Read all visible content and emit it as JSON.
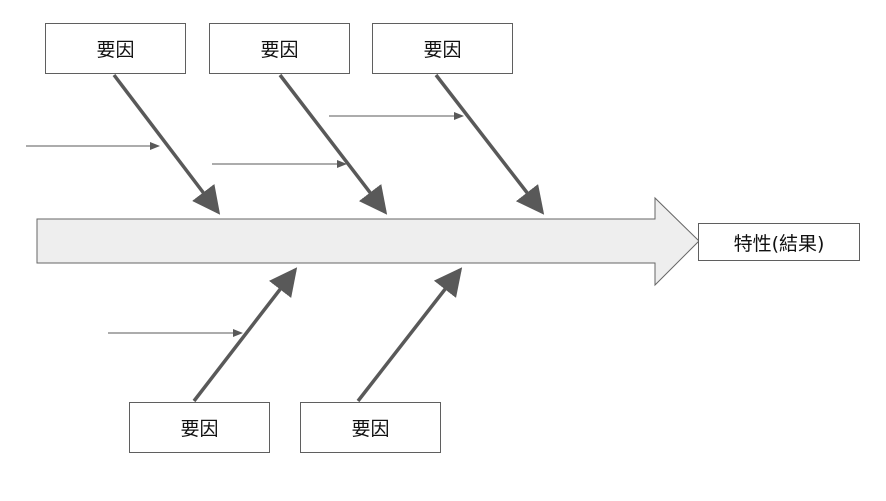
{
  "diagram": {
    "causes": [
      {
        "label": "要因"
      },
      {
        "label": "要因"
      },
      {
        "label": "要因"
      },
      {
        "label": "要因"
      },
      {
        "label": "要因"
      }
    ],
    "effect": {
      "label": "特性(結果)"
    }
  },
  "colors": {
    "spine_fill": "#eeeeee",
    "spine_stroke": "#666666",
    "bone": "#595959",
    "sub_bone": "#595959",
    "box_border": "#5f5f5f"
  }
}
